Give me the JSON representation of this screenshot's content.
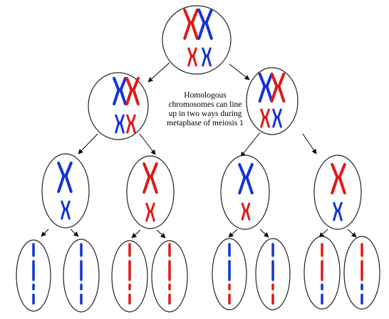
{
  "caption": {
    "lines": [
      "Homologous",
      "chromosomes can line",
      "up in two ways during",
      "metaphase of meiosis 1"
    ]
  },
  "colors": {
    "maternal": "#1433d6",
    "paternal": "#e01818",
    "outline": "#222222",
    "background": "#ffffff"
  }
}
